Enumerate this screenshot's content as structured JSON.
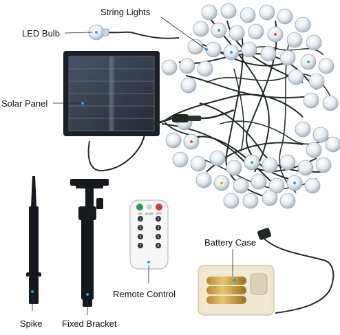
{
  "labels": {
    "string_lights": "String Lights",
    "led_bulb": "LED Bulb",
    "solar_panel": "Solar Panel",
    "battery_case": "Battery Case",
    "remote_control": "Remote Control",
    "spike": "Spike",
    "fixed_bracket": "Fixed Bracket"
  },
  "remote": {
    "top_labels": [
      "ON",
      "MODE",
      "OFF"
    ],
    "buttons": [
      "1",
      "2",
      "3",
      "4",
      "5",
      "6",
      "7",
      "8"
    ]
  },
  "colors": {
    "wire": "#1f2a22",
    "panel": "#2c3038",
    "panel_cell": "#3e4a5e",
    "label_dot": "#1aa7e6",
    "remote_on": "#2a9a5a",
    "remote_off": "#d63a3a",
    "battery": "#c9a24a"
  }
}
